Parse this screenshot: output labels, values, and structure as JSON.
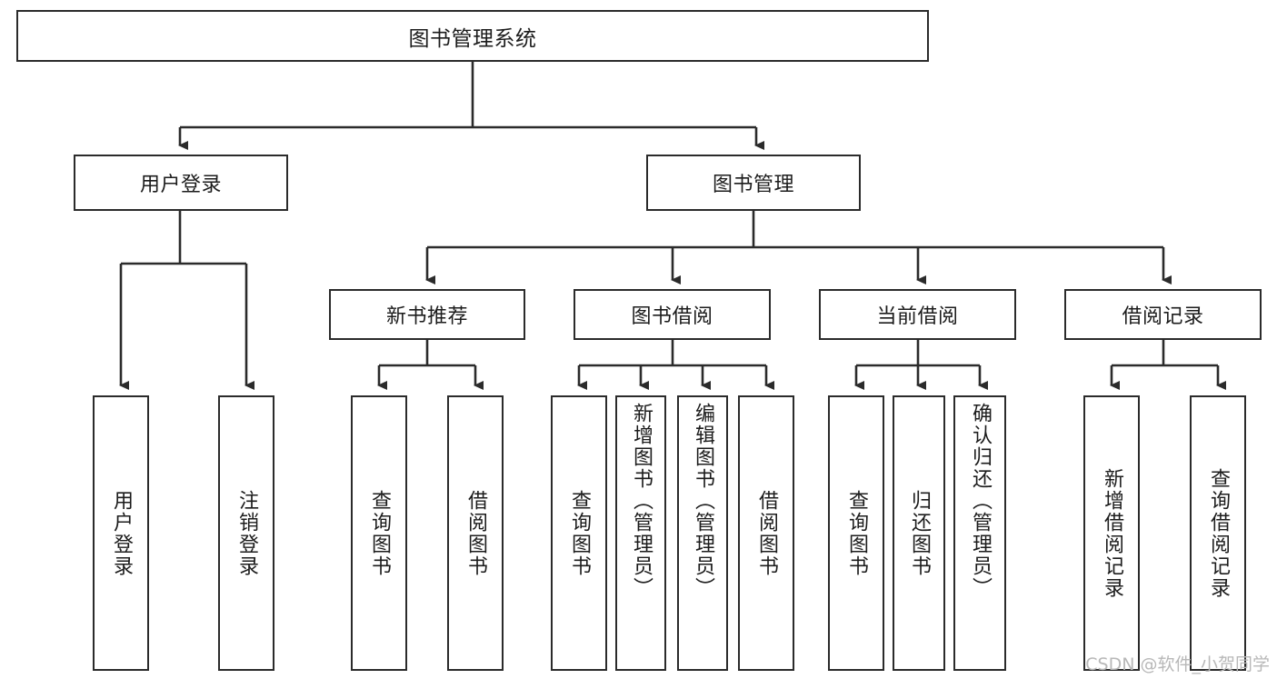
{
  "diagram": {
    "type": "tree",
    "title": "图书管理系统",
    "root": {
      "label": "图书管理系统"
    },
    "level2": [
      {
        "label": "用户登录"
      },
      {
        "label": "图书管理"
      }
    ],
    "level3": [
      {
        "label": "新书推荐"
      },
      {
        "label": "图书借阅"
      },
      {
        "label": "当前借阅"
      },
      {
        "label": "借阅记录"
      }
    ],
    "leaves": {
      "user_login": [
        {
          "label": "用户登录"
        },
        {
          "label": "注销登录"
        }
      ],
      "new_book_recommend": [
        {
          "label": "查询图书"
        },
        {
          "label": "借阅图书"
        }
      ],
      "book_borrow": [
        {
          "label": "查询图书"
        },
        {
          "label": "新增图书（管理员）"
        },
        {
          "label": "编辑图书（管理员）"
        },
        {
          "label": "借阅图书"
        }
      ],
      "current_borrow": [
        {
          "label": "查询图书"
        },
        {
          "label": "归还图书"
        },
        {
          "label": "确认归还（管理员）"
        }
      ],
      "borrow_record": [
        {
          "label": "新增借阅记录"
        },
        {
          "label": "查询借阅记录"
        }
      ]
    }
  },
  "watermark": {
    "text": "CSDN @软件_小贺同学"
  },
  "colors": {
    "box_border": "#2b2b2b",
    "connector": "#2b2b2b",
    "background": "#ffffff",
    "text": "#1c1c1c",
    "watermark": "#b8b8b8"
  }
}
